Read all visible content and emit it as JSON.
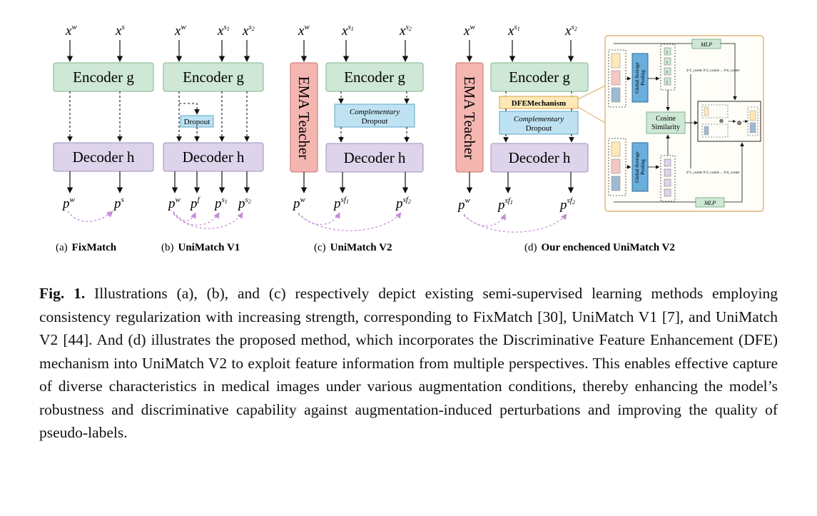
{
  "panels": {
    "a": {
      "inputs": [
        {
          "base": "x",
          "sup": "w",
          "sub": ""
        },
        {
          "base": "x",
          "sup": "s",
          "sub": ""
        }
      ],
      "encoder": "Encoder g",
      "decoder": "Decoder h",
      "outputs": [
        {
          "base": "p",
          "sup": "w",
          "sub": ""
        },
        {
          "base": "p",
          "sup": "s",
          "sub": ""
        }
      ],
      "label": "(a)",
      "name": "FixMatch"
    },
    "b": {
      "inputs": [
        {
          "base": "x",
          "sup": "w",
          "sub": ""
        },
        {
          "base": "x",
          "sup": "s",
          "sub": "1"
        },
        {
          "base": "x",
          "sup": "s",
          "sub": "2"
        }
      ],
      "encoder": "Encoder g",
      "dropout": "Dropout",
      "decoder": "Decoder h",
      "outputs": [
        {
          "base": "p",
          "sup": "w",
          "sub": ""
        },
        {
          "base": "p",
          "sup": "f",
          "sub": ""
        },
        {
          "base": "p",
          "sup": "s",
          "sub": "1"
        },
        {
          "base": "p",
          "sup": "s",
          "sub": "2"
        }
      ],
      "label": "(b)",
      "name": "UniMatch V1"
    },
    "c": {
      "inputs": [
        {
          "base": "x",
          "sup": "w",
          "sub": ""
        },
        {
          "base": "x",
          "sup": "s",
          "sub": "1"
        },
        {
          "base": "x",
          "sup": "s",
          "sub": "2"
        }
      ],
      "teacher": "EMA Teacher",
      "encoder": "Encoder g",
      "dropout_line1": "Complementary",
      "dropout_line2": "Dropout",
      "decoder": "Decoder h",
      "outputs": [
        {
          "base": "p",
          "sup": "w",
          "sub": ""
        },
        {
          "base": "p",
          "sup": "sf",
          "sub": "1"
        },
        {
          "base": "p",
          "sup": "sf",
          "sub": "2"
        }
      ],
      "label": "(c)",
      "name": "UniMatch V2"
    },
    "d": {
      "inputs": [
        {
          "base": "x",
          "sup": "w",
          "sub": ""
        },
        {
          "base": "x",
          "sup": "s",
          "sub": "1"
        },
        {
          "base": "x",
          "sup": "s",
          "sub": "2"
        }
      ],
      "teacher": "EMA Teacher",
      "encoder": "Encoder g",
      "dfe": "DFEMechanism",
      "dropout_line1": "Complementary",
      "dropout_line2": "Dropout",
      "decoder": "Decoder h",
      "outputs": [
        {
          "base": "p",
          "sup": "w",
          "sub": ""
        },
        {
          "base": "p",
          "sup": "sf",
          "sub": "1"
        },
        {
          "base": "p",
          "sup": "sf",
          "sub": "2"
        }
      ],
      "label": "(d)",
      "name": "Our enchenced UniMatch V2",
      "detail": {
        "mlp": "MLP",
        "gap_line1": "Global Average",
        "gap_line2": "Pooling",
        "cosine_line1": "Cosine",
        "cosine_line2": "Similarity",
        "sim_top": "S^1_cosine  S^2_cosine ... S^n_cosine",
        "sim_bottom": "S^1_cosine  S^2_cosine ... S^n_cosine",
        "vec_labels": [
          "f",
          "f",
          "f",
          "f"
        ],
        "op_sum": "⊕",
        "op_prod": "⊗"
      }
    }
  },
  "caption": {
    "label": "Fig. 1.",
    "text": " Illustrations (a), (b), and (c) respectively depict existing semi-supervised learning methods employing consistency regularization with increasing strength, corresponding to FixMatch [30], UniMatch V1 [7], and UniMatch V2 [44]. And (d) illustrates the proposed method, which incorporates the Discriminative Feature Enhancement (DFE) mechanism into UniMatch V2 to exploit feature information from multiple perspectives. This enables effective capture of diverse characteristics in medical images under various augmentation conditions, thereby enhancing the model’s robustness and discriminative capability against augmentation-induced perturbations and improving the quality of pseudo-labels."
  },
  "colors": {
    "encoder_fill": "#cfe8d6",
    "encoder_stroke": "#7fb38c",
    "decoder_fill": "#ddd3ea",
    "decoder_stroke": "#9f8fbf",
    "teacher_fill": "#f4b6b0",
    "teacher_stroke": "#c9706b",
    "dropout_fill": "#bfe2f2",
    "dropout_stroke": "#5fa7c7",
    "dfe_fill": "#fde8b8",
    "dfe_stroke": "#d9a441",
    "mlp_fill": "#cfe8d6",
    "panel_border": "#d9a65e",
    "pseudo_arrow": "#c58bd6"
  }
}
